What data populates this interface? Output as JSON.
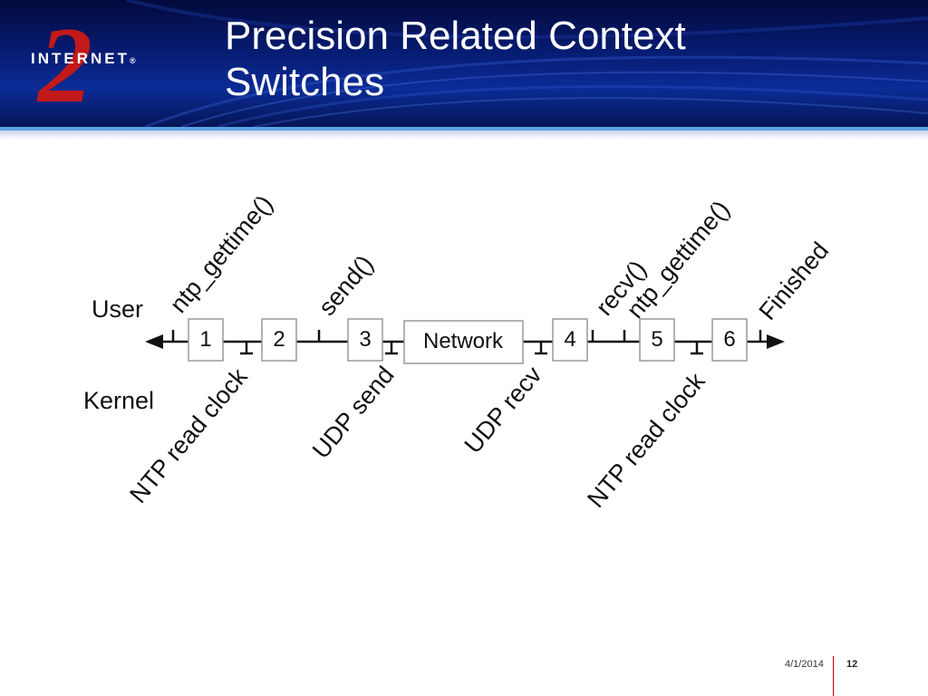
{
  "header": {
    "title_line1": "Precision Related Context",
    "title_line2": "Switches",
    "logo_word": "INTERNET",
    "logo_mark": "®",
    "logo_numeral": "2"
  },
  "diagram": {
    "user_label": "User",
    "kernel_label": "Kernel",
    "boxes": [
      "1",
      "2",
      "3",
      "Network",
      "4",
      "5",
      "6"
    ],
    "user_events": [
      "ntp_gettime()",
      "send()",
      "recv()",
      "ntp_gettime()",
      "Finished"
    ],
    "kernel_events": [
      "NTP read clock",
      "UDP send",
      "UDP recv",
      "NTP read clock"
    ]
  },
  "footer": {
    "date": "4/1/2014",
    "page": "12"
  },
  "colors": {
    "header_blue": "#071e78",
    "rule_blue": "#5aa0e0",
    "footer_red": "#c00000"
  }
}
